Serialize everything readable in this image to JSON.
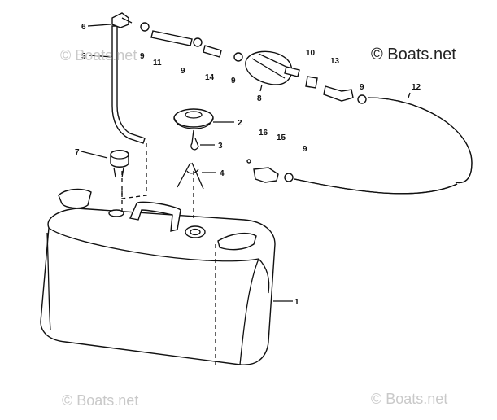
{
  "watermarks": {
    "primary": "© Boats.net",
    "secondary": "© Boats.net"
  },
  "callouts": [
    "1",
    "2",
    "3",
    "4",
    "5",
    "6",
    "7",
    "8",
    "9",
    "9",
    "9",
    "9",
    "9",
    "10",
    "11",
    "12",
    "13",
    "14",
    "15",
    "16"
  ]
}
